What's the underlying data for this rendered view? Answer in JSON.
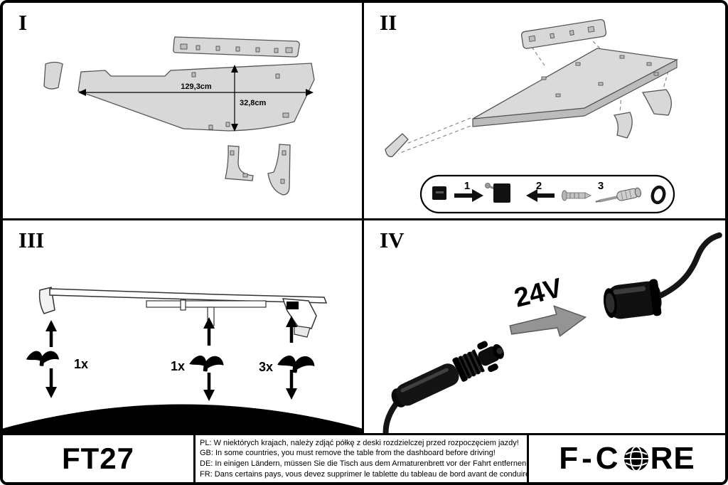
{
  "panels": {
    "one": {
      "numeral": "I",
      "dim_width": "129,3cm",
      "dim_height": "32,8cm"
    },
    "two": {
      "numeral": "II",
      "steps": [
        "1",
        "2",
        "3"
      ]
    },
    "three": {
      "numeral": "III",
      "counts": [
        "1x",
        "1x",
        "3x"
      ]
    },
    "four": {
      "numeral": "IV",
      "voltage": "24V"
    }
  },
  "footer": {
    "model": "FT27",
    "warnings": [
      "PL: W niektórych krajach, należy zdjąć półkę z deski rozdzielczej przed rozpoczęciem jazdy!",
      "GB: In some countries, you must remove the table from the dashboard before driving!",
      "DE: In einigen Ländern, müssen Sie die Tisch aus dem Armaturenbrett vor der Fahrt entfernen!",
      "FR: Dans certains pays, vous devez supprimer le tablette du tableau de bord avant de conduire!"
    ],
    "brand_prefix": "F-C",
    "brand_suffix": "RE"
  },
  "colors": {
    "part_fill": "#d8d8d8",
    "ink": "#000000",
    "background": "#ffffff"
  }
}
